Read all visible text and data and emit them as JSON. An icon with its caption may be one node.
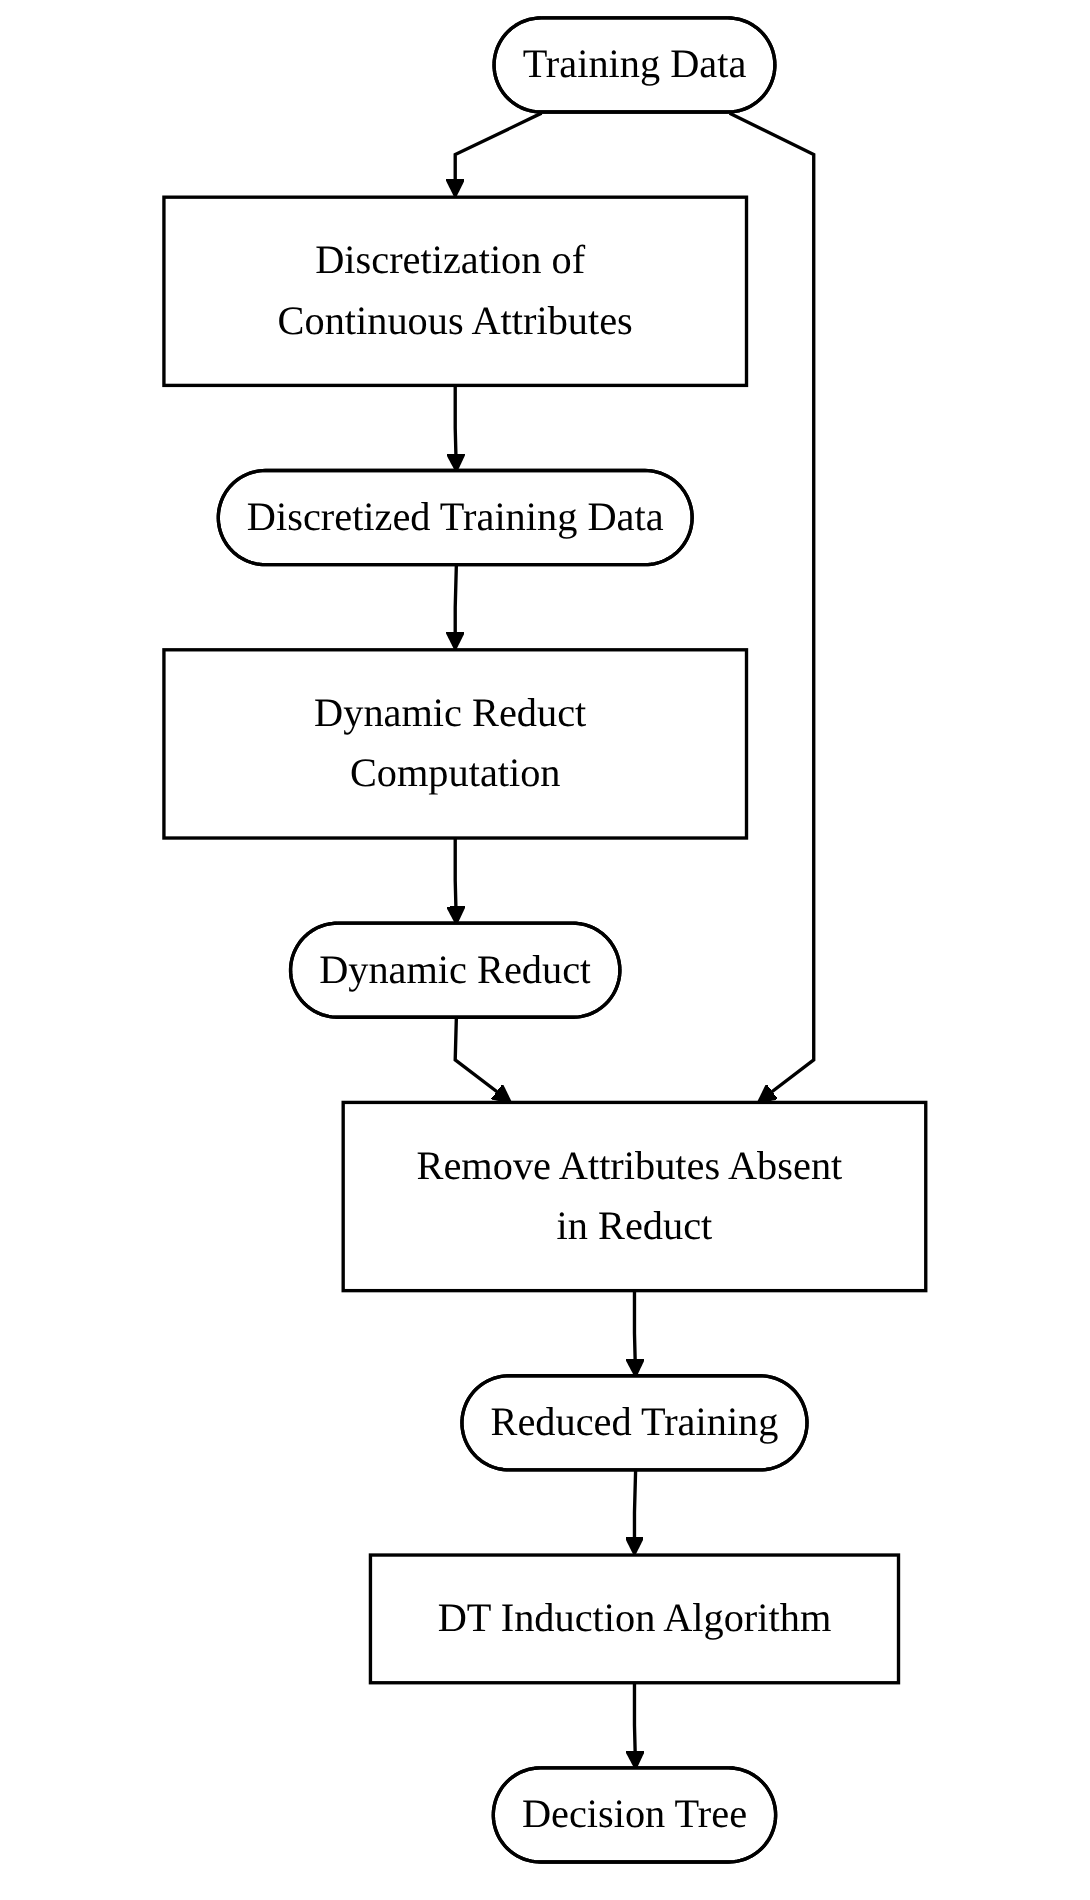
{
  "diagram": {
    "nodes": [
      {
        "text": [
          "Training Data"
        ]
      },
      {
        "text": [
          "Discretization of Continuous Attributes"
        ]
      },
      {
        "text": [
          "Discretized Training Data"
        ]
      },
      {
        "text": [
          "Dynamic Reduct Computation"
        ]
      },
      {
        "text": [
          "Dynamic Reduct"
        ]
      },
      {
        "text": [
          "Remove Attributes Absent in Reduct"
        ]
      },
      {
        "text": [
          "Reduced Training"
        ]
      },
      {
        "text": [
          "DT Induction Algorithm"
        ]
      },
      {
        "text": [
          "Decision Tree"
        ]
      }
    ],
    "edges": [
      {
        "from": 0,
        "to": 1,
        "arrow": "to"
      },
      {
        "from": 1,
        "to": 2,
        "arrow": "to"
      },
      {
        "from": 2,
        "to": 3,
        "arrow": "to"
      },
      {
        "from": 3,
        "to": 4,
        "arrow": "to"
      },
      {
        "from": 4,
        "to": 5,
        "arrow": "to"
      },
      {
        "from": 0,
        "to": 5,
        "arrow": "to"
      },
      {
        "from": 5,
        "to": 6,
        "arrow": "to"
      },
      {
        "from": 6,
        "to": 7,
        "arrow": "to"
      },
      {
        "from": 7,
        "to": 8,
        "arrow": "to"
      }
    ]
  }
}
